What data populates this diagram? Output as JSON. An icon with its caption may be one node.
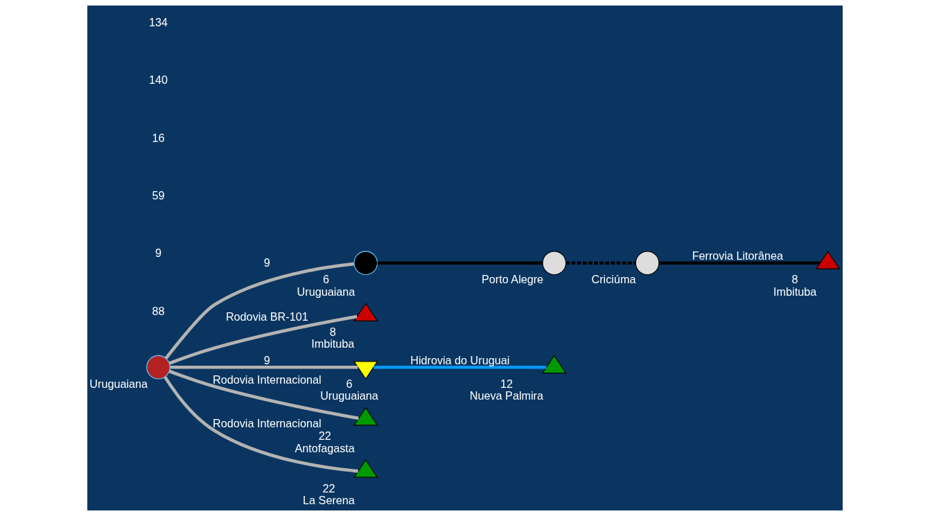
{
  "diagram": {
    "nodes": [
      {
        "text": [],
        "shape": "circle",
        "beside": [
          "Uruguaiana"
        ]
      },
      {
        "text": [],
        "shape": "circle",
        "beside": [
          "6",
          "Uruguaiana"
        ]
      },
      {
        "text": [],
        "shape": "circle",
        "beside": [
          "Porto Alegre"
        ]
      },
      {
        "text": [],
        "shape": "circle",
        "beside": [
          "Criciúma"
        ]
      },
      {
        "text": [],
        "shape": "triangle",
        "beside": [
          "8",
          "Imbituba"
        ]
      },
      {
        "text": [],
        "shape": "triangle",
        "beside": [
          "8",
          "Imbituba"
        ]
      },
      {
        "text": [],
        "shape": "triangle",
        "beside": [
          "6",
          "Uruguaiana"
        ]
      },
      {
        "text": [],
        "shape": "triangle",
        "beside": [
          "12",
          "Nueva Palmira"
        ]
      },
      {
        "text": [],
        "shape": "triangle",
        "beside": [
          "22",
          "Antofagasta"
        ]
      },
      {
        "text": [],
        "shape": "triangle",
        "beside": [
          "22",
          "La Serena"
        ]
      }
    ],
    "edges": [
      {
        "from": 0,
        "to": 4,
        "arrow": "none",
        "label": "Rodovia BR-101"
      },
      {
        "from": 0,
        "to": 1,
        "arrow": "none",
        "label": "9"
      },
      {
        "from": 1,
        "to": 2,
        "arrow": "none",
        "color": "#000000"
      },
      {
        "from": 2,
        "to": 3,
        "arrow": "none",
        "style": "dashed",
        "color": "#000000"
      },
      {
        "from": 3,
        "to": 5,
        "arrow": "none",
        "label": "Ferrovia Litorânea",
        "color": "#000000"
      },
      {
        "from": 0,
        "to": 6,
        "arrow": "none",
        "label": "9"
      },
      {
        "from": 6,
        "to": 7,
        "arrow": "none",
        "label": "Hidrovia do Uruguai",
        "color": "#0099ff"
      },
      {
        "from": 0,
        "to": 8,
        "arrow": "none",
        "label": "Rodovia Internacional"
      },
      {
        "from": 0,
        "to": 9,
        "arrow": "none",
        "label": "Rodovia Internacional"
      }
    ],
    "labels": [
      "88",
      "9",
      "59",
      "16",
      "140",
      "134"
    ]
  }
}
